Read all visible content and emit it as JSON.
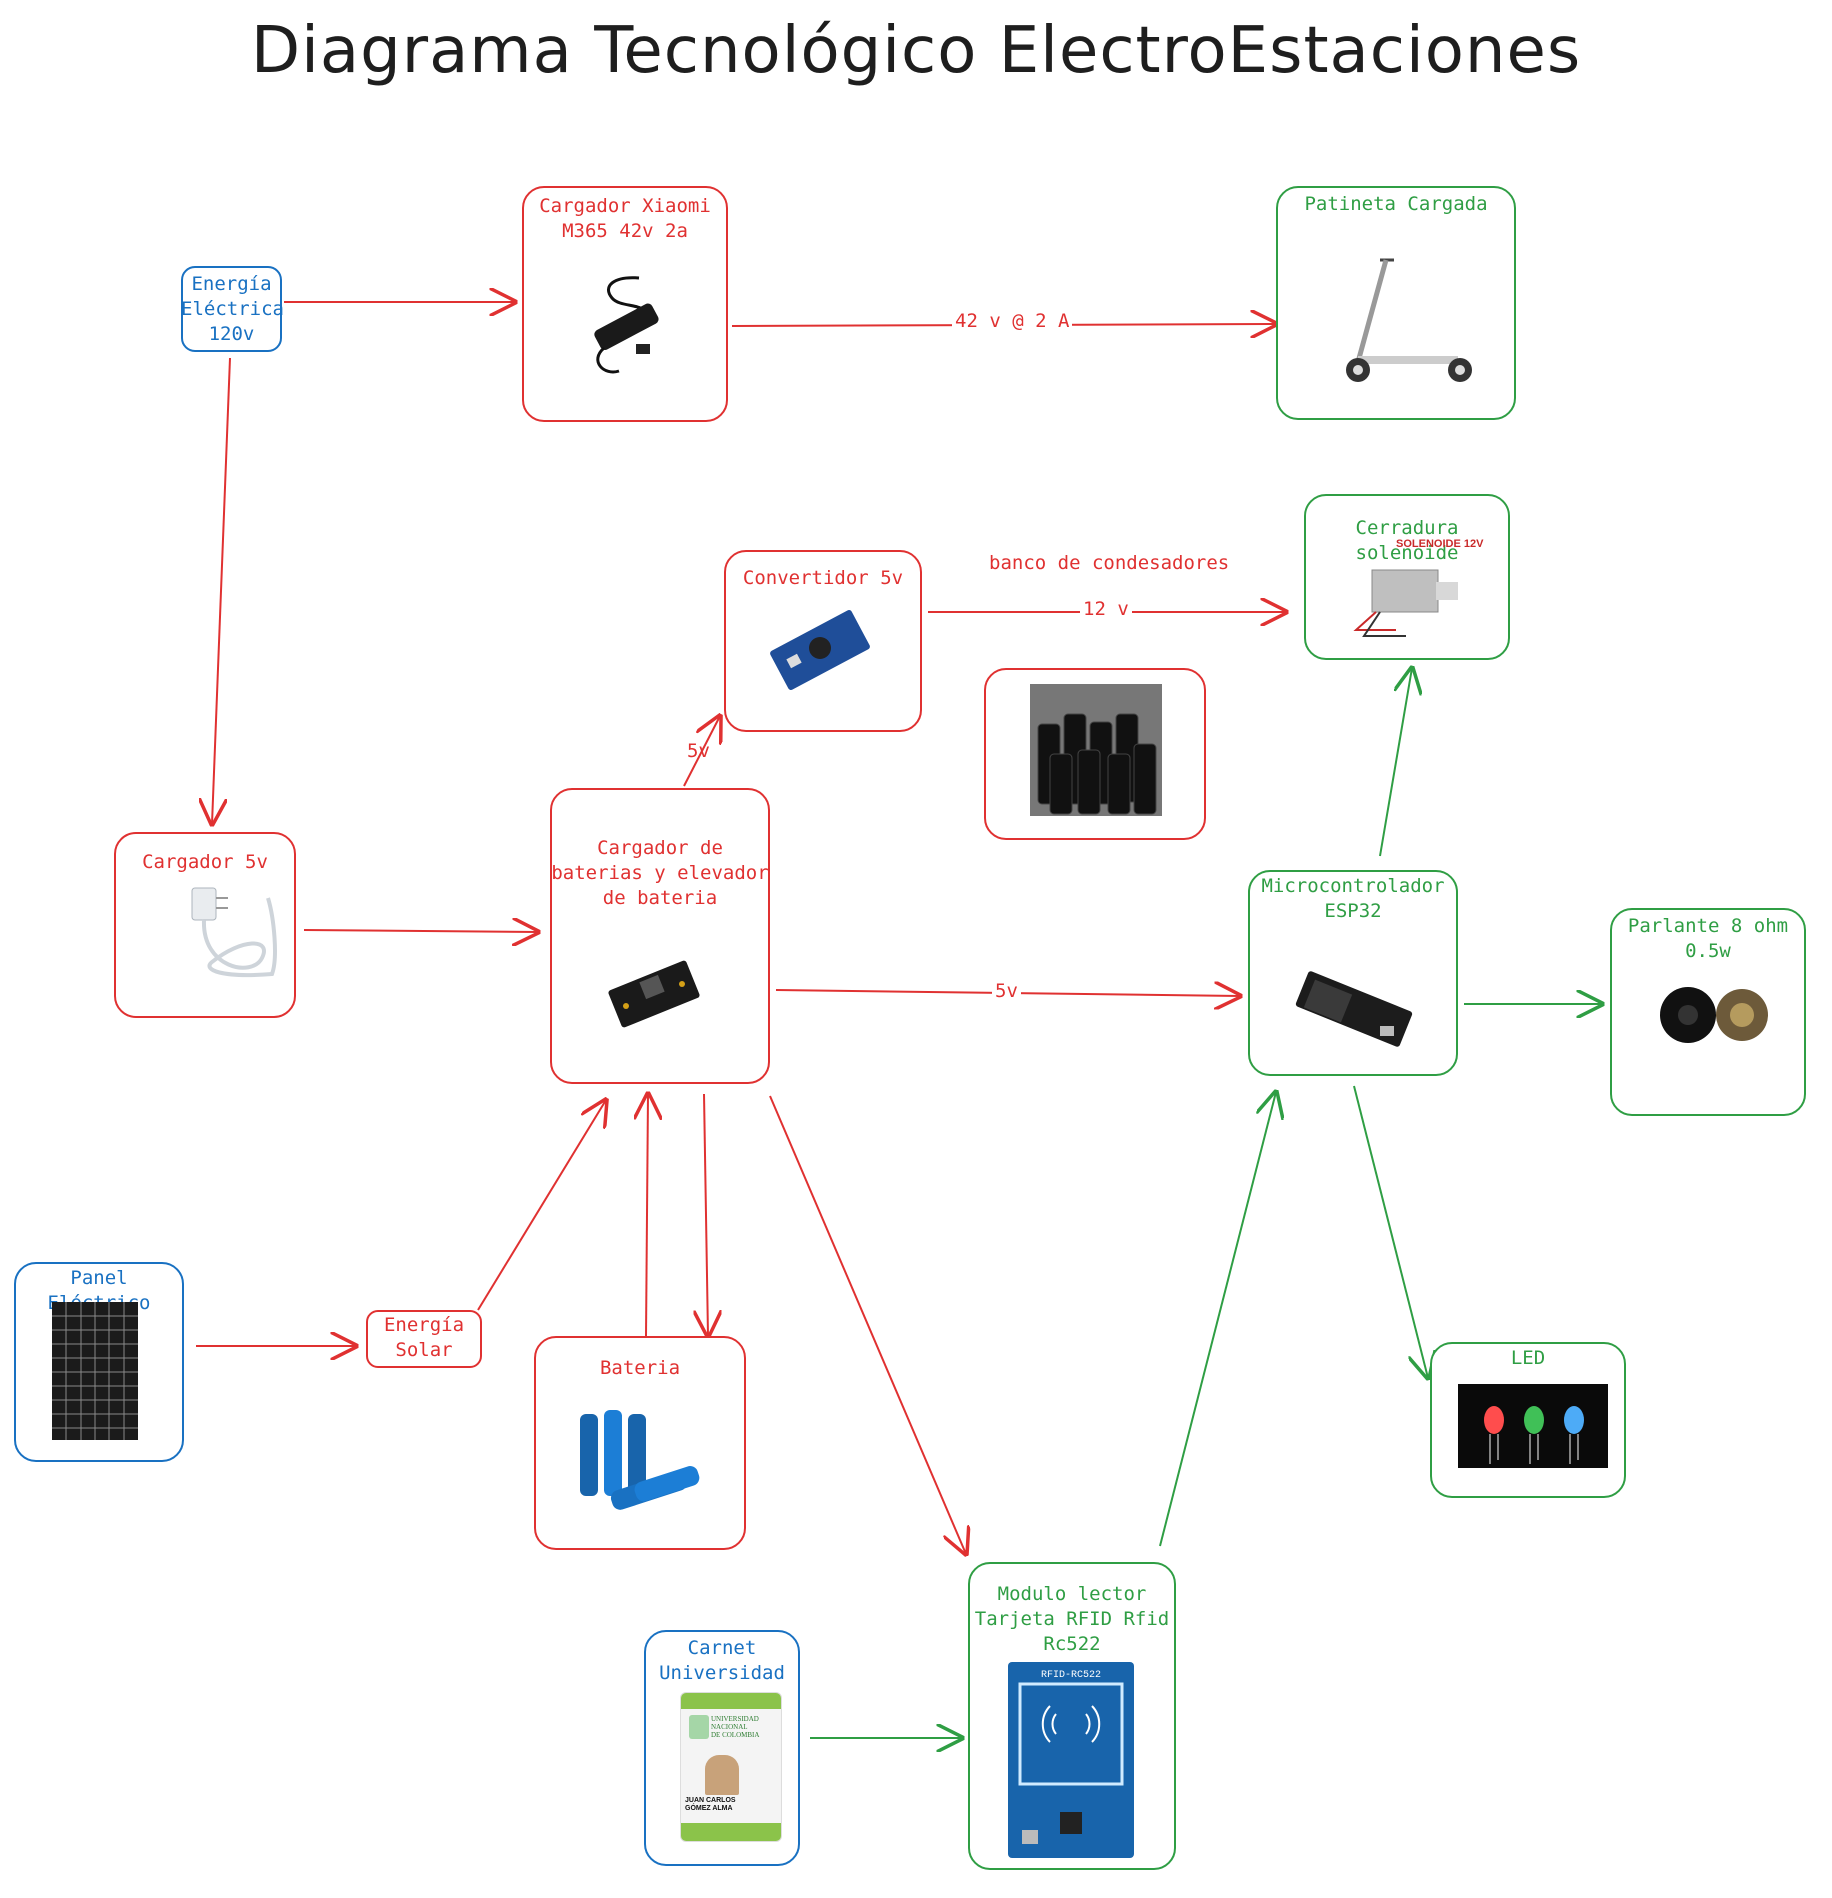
{
  "title": "Diagrama Tecnológico ElectroEstaciones",
  "colors": {
    "power": "#e03131",
    "control": "#2f9e44",
    "input": "#1971c2"
  },
  "nodes": {
    "energia_electrica": "Energía\nEléctrica\n120v",
    "cargador_xiaomi": "Cargador Xiaomi\nM365 42v 2a",
    "patineta": "Patineta Cargada",
    "convertidor": "Convertidor 5v",
    "cerradura": "Cerradura solenoide",
    "cargador_5v": "Cargador 5v",
    "cargador_baterias": "Cargador de\nbaterias y elevador\nde bateria",
    "microcontrolador": "Microcontrolador\nESP32",
    "parlante": "Parlante 8 ohm\n0.5w",
    "panel": "Panel Eléctrico",
    "energia_solar": "Energía\nSolar",
    "bateria": "Bateria",
    "led": "LED",
    "rfid": "Modulo lector\nTarjeta RFID Rfid\nRc522",
    "carnet": "Carnet\nUniversidad"
  },
  "edge_labels": {
    "xiaomi_to_patineta": "42 v @ 2 A",
    "banco": "banco de condesadores",
    "conv_to_cerradura": "12 v",
    "bat_to_conv": "5v",
    "bat_to_micro": "5v"
  },
  "image_text": {
    "solenoide": "SOLENOIDE 12V",
    "rfid_board": "RFID-RC522",
    "carnet_uni": "UNIVERSIDAD\nNACIONAL\nDE COLOMBIA",
    "carnet_name": "JUAN CARLOS\nGÓMEZ ALMA"
  }
}
